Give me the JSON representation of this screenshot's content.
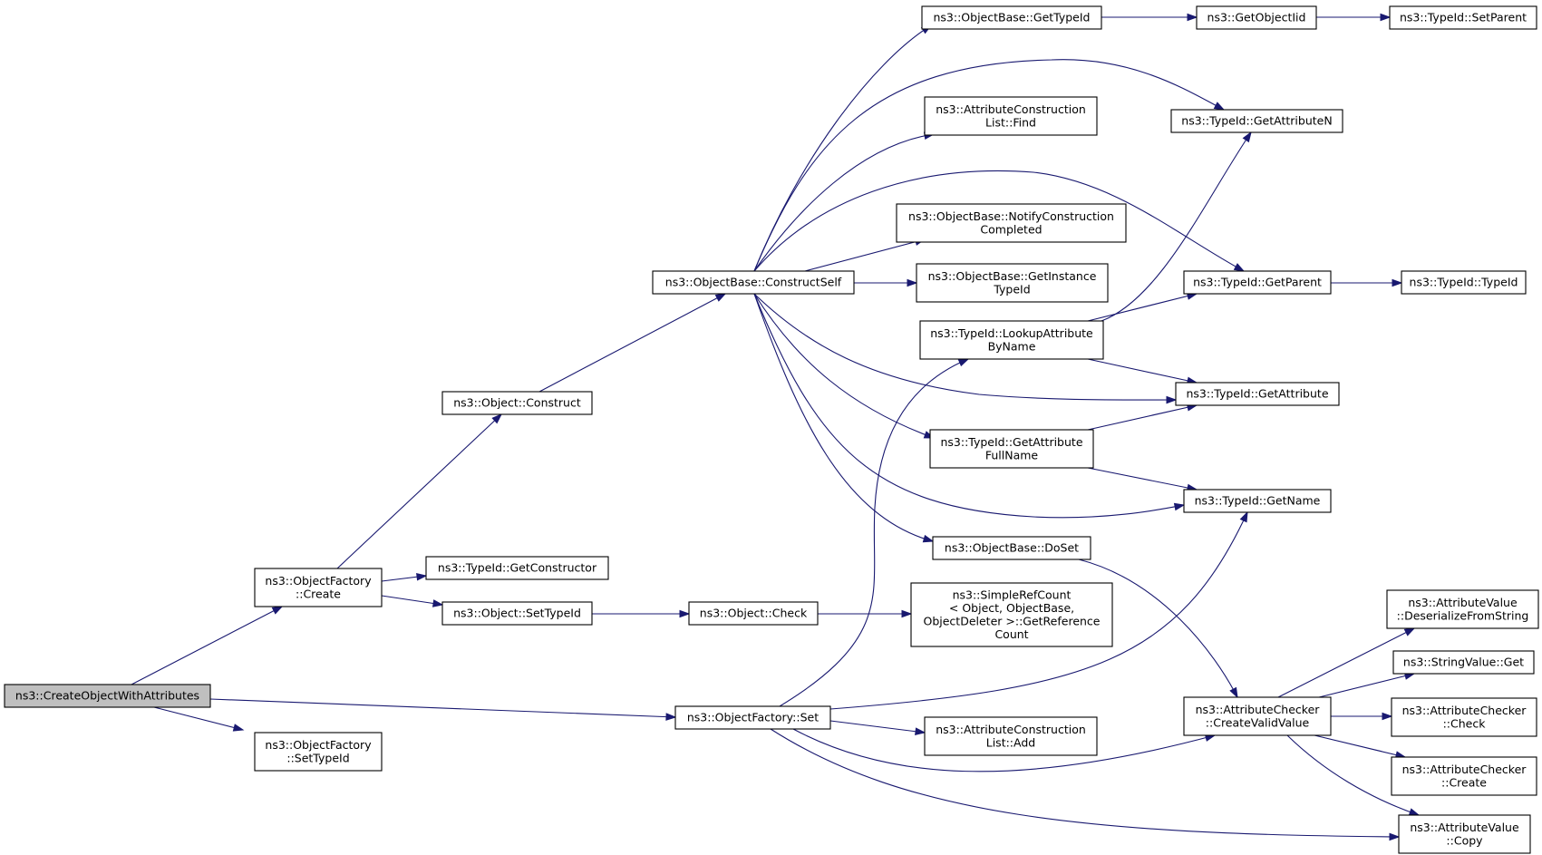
{
  "colors": {
    "edge": "#191970",
    "root_fill": "#bfbfbf",
    "node_fill": "#ffffff",
    "border": "#000000"
  },
  "nodes": [
    {
      "id": "create_with_attrs",
      "lines": [
        "ns3::CreateObjectWithAttributes"
      ]
    },
    {
      "id": "of_create",
      "lines": [
        "ns3::ObjectFactory",
        "::Create"
      ]
    },
    {
      "id": "of_settypeid",
      "lines": [
        "ns3::ObjectFactory",
        "::SetTypeId"
      ]
    },
    {
      "id": "of_set",
      "lines": [
        "ns3::ObjectFactory::Set"
      ]
    },
    {
      "id": "obj_construct",
      "lines": [
        "ns3::Object::Construct"
      ]
    },
    {
      "id": "tid_getconstructor",
      "lines": [
        "ns3::TypeId::GetConstructor"
      ]
    },
    {
      "id": "obj_settypeid",
      "lines": [
        "ns3::Object::SetTypeId"
      ]
    },
    {
      "id": "ob_constructself",
      "lines": [
        "ns3::ObjectBase::ConstructSelf"
      ]
    },
    {
      "id": "obj_check",
      "lines": [
        "ns3::Object::Check"
      ]
    },
    {
      "id": "ob_gettypeid",
      "lines": [
        "ns3::ObjectBase::GetTypeId"
      ]
    },
    {
      "id": "acl_find",
      "lines": [
        "ns3::AttributeConstruction",
        "List::Find"
      ]
    },
    {
      "id": "ob_notify",
      "lines": [
        "ns3::ObjectBase::NotifyConstruction",
        "Completed"
      ]
    },
    {
      "id": "ob_getinstance",
      "lines": [
        "ns3::ObjectBase::GetInstance",
        "TypeId"
      ]
    },
    {
      "id": "tid_lookup",
      "lines": [
        "ns3::TypeId::LookupAttribute",
        "ByName"
      ]
    },
    {
      "id": "tid_getattrfull",
      "lines": [
        "ns3::TypeId::GetAttribute",
        "FullName"
      ]
    },
    {
      "id": "ob_doset",
      "lines": [
        "ns3::ObjectBase::DoSet"
      ]
    },
    {
      "id": "srefcount",
      "lines": [
        "ns3::SimpleRefCount",
        "< Object, ObjectBase,",
        " ObjectDeleter >::GetReference",
        "Count"
      ]
    },
    {
      "id": "acl_add",
      "lines": [
        "ns3::AttributeConstruction",
        "List::Add"
      ]
    },
    {
      "id": "getobjectiid",
      "lines": [
        "ns3::GetObjectIid"
      ]
    },
    {
      "id": "tid_getattrn",
      "lines": [
        "ns3::TypeId::GetAttributeN"
      ]
    },
    {
      "id": "tid_getparent",
      "lines": [
        "ns3::TypeId::GetParent"
      ]
    },
    {
      "id": "tid_getattr",
      "lines": [
        "ns3::TypeId::GetAttribute"
      ]
    },
    {
      "id": "tid_getname",
      "lines": [
        "ns3::TypeId::GetName"
      ]
    },
    {
      "id": "ac_createvalid",
      "lines": [
        "ns3::AttributeChecker",
        "::CreateValidValue"
      ]
    },
    {
      "id": "tid_setparent",
      "lines": [
        "ns3::TypeId::SetParent"
      ]
    },
    {
      "id": "tid_typeid",
      "lines": [
        "ns3::TypeId::TypeId"
      ]
    },
    {
      "id": "av_deserialize",
      "lines": [
        "ns3::AttributeValue",
        "::DeserializeFromString"
      ]
    },
    {
      "id": "sv_get",
      "lines": [
        "ns3::StringValue::Get"
      ]
    },
    {
      "id": "ac_check",
      "lines": [
        "ns3::AttributeChecker",
        "::Check"
      ]
    },
    {
      "id": "ac_create",
      "lines": [
        "ns3::AttributeChecker",
        "::Create"
      ]
    },
    {
      "id": "av_copy",
      "lines": [
        "ns3::AttributeValue",
        "::Copy"
      ]
    }
  ]
}
